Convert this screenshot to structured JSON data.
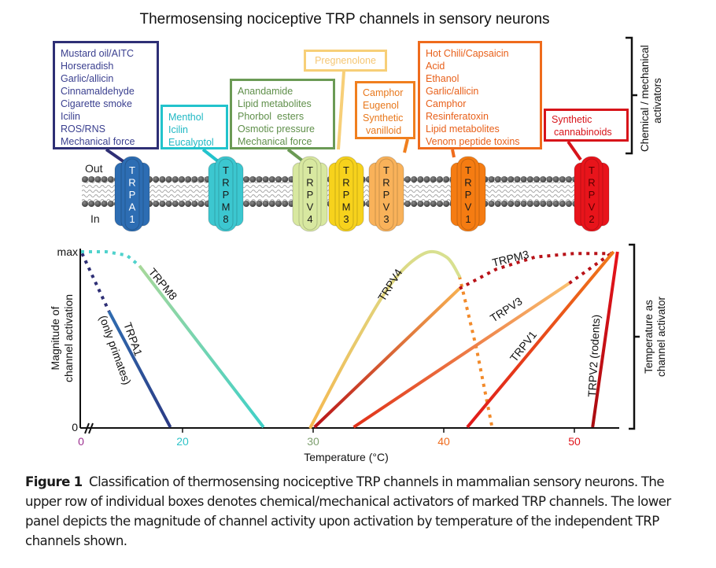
{
  "figure": {
    "title": "Thermosensing nociceptive TRP channels in sensory neurons",
    "membrane": {
      "out_label": "Out",
      "in_label": "In"
    },
    "channels": [
      {
        "id": "TRPA1",
        "letters": [
          "T",
          "R",
          "P",
          "A",
          "1"
        ],
        "color": "#2d6db3",
        "text_color": "#ffffff"
      },
      {
        "id": "TRPM8",
        "letters": [
          "T",
          "R",
          "P",
          "M",
          "8"
        ],
        "color": "#3cc7d0",
        "text_color": "#1a1a1a"
      },
      {
        "id": "TRPV4",
        "letters": [
          "T",
          "R",
          "P",
          "V",
          "4"
        ],
        "color": "#d8e8a0",
        "text_color": "#1a1a1a"
      },
      {
        "id": "TRPM3",
        "letters": [
          "T",
          "R",
          "P",
          "M",
          "3"
        ],
        "color": "#f7d21c",
        "text_color": "#1a1a1a"
      },
      {
        "id": "TRPV3",
        "letters": [
          "T",
          "R",
          "P",
          "V",
          "3"
        ],
        "color": "#f9b25a",
        "text_color": "#1a1a1a"
      },
      {
        "id": "TRPV1",
        "letters": [
          "T",
          "R",
          "P",
          "V",
          "1"
        ],
        "color": "#f57c12",
        "text_color": "#1a1a1a"
      },
      {
        "id": "TRPV2",
        "letters": [
          "T",
          "R",
          "P",
          "V",
          "2"
        ],
        "color": "#e8141b",
        "text_color": "#5a0000"
      }
    ],
    "activator_boxes": [
      {
        "channel": "TRPA1",
        "color": "#2e2f75",
        "text_color": "#3a3f8f",
        "items": [
          "Mustard oil/AITC",
          "Horseradish",
          "Garlic/allicin",
          "Cinnamaldehyde",
          "Cigarette smoke",
          "Icilin",
          "ROS/RNS",
          "Mechanical force"
        ]
      },
      {
        "channel": "TRPM8",
        "color": "#22c3cc",
        "text_color": "#1fb8c4",
        "items": [
          "Menthol",
          "Icilin",
          "Eucalyptol"
        ]
      },
      {
        "channel": "TRPV4",
        "color": "#6b9a55",
        "text_color": "#5f8f4a",
        "items": [
          "Anandamide",
          "Lipid metabolites",
          "Phorbol  esters",
          "Osmotic pressure",
          "Mechanical force"
        ]
      },
      {
        "channel": "TRPM3",
        "color": "#f7cf78",
        "text_color": "#f5c673",
        "items": [
          "Pregnenolone"
        ]
      },
      {
        "channel": "TRPV3",
        "color": "#f07f1e",
        "text_color": "#e8781c",
        "items": [
          "Camphor",
          "Eugenol",
          "Synthetic",
          "vanilloid"
        ]
      },
      {
        "channel": "TRPV1",
        "color": "#ef6b1c",
        "text_color": "#e8601a",
        "items": [
          "Hot Chili/Capsaicin",
          "Acid",
          "Ethanol",
          "Garlic/allicin",
          "Camphor",
          "Resinferatoxin",
          "Lipid metabolites",
          "Venom peptide toxins"
        ]
      },
      {
        "channel": "TRPV2",
        "color": "#d7141a",
        "text_color": "#d7141a",
        "items": [
          "Synthetic",
          "cannabinoids"
        ]
      }
    ],
    "side_labels": {
      "top": [
        "Chemical / mechanical",
        "activators"
      ],
      "bottom": [
        "Temperature as",
        "channel activator"
      ]
    }
  },
  "chart_data": {
    "type": "line",
    "title": "",
    "xlabel": "Temperature (°C)",
    "ylabel": "Magnitude of channel activation",
    "ylabel_lines": [
      "Magnitude of",
      "channel activation"
    ],
    "y_tick_labels": [
      "0",
      "max"
    ],
    "x_ticks": [
      {
        "value": 0,
        "label": "0",
        "color": "#9b2f8f"
      },
      {
        "value": 20,
        "label": "20",
        "color": "#2ec3c8"
      },
      {
        "value": 30,
        "label": "30",
        "color": "#7fa070"
      },
      {
        "value": 40,
        "label": "40",
        "color": "#ef6b1c"
      },
      {
        "value": 50,
        "label": "50",
        "color": "#e0141b"
      }
    ],
    "xlim": [
      0,
      53
    ],
    "ylim": [
      0,
      1
    ],
    "axis_break": "between 0 and 20",
    "grid": false,
    "series": [
      {
        "name": "TRPA1",
        "label_lines": [
          "TRPA1",
          "(only primates)"
        ],
        "color_start": "#2b3a84",
        "color_end": "#2f6cb0",
        "solid": [
          [
            5.5,
            0.66
          ],
          [
            17.6,
            0
          ]
        ],
        "dotted": [
          [
            0.2,
            0.99
          ],
          [
            5.5,
            0.66
          ]
        ]
      },
      {
        "name": "TRPM8",
        "label_lines": [
          "TRPM8"
        ],
        "color_start": "#3fd0c8",
        "color_end": "#a8d89a",
        "solid": [
          [
            11.5,
            0.92
          ],
          [
            26.2,
            0
          ]
        ],
        "dotted": [
          [
            0,
            1.0
          ],
          [
            5,
            1.0
          ],
          [
            9,
            0.98
          ],
          [
            11.5,
            0.92
          ]
        ]
      },
      {
        "name": "TRPV4",
        "label_lines": [
          "TRPV4"
        ],
        "color_start": "#d8e090",
        "color_end": "#f5b850",
        "solid_curve": [
          [
            29.8,
            0
          ],
          [
            33,
            0.45
          ],
          [
            36,
            0.82
          ],
          [
            38.5,
            0.99
          ],
          [
            40.2,
            0.97
          ],
          [
            41.2,
            0.86
          ]
        ],
        "dotted": [
          [
            41.2,
            0.86
          ],
          [
            42.5,
            0.45
          ],
          [
            43.7,
            0
          ]
        ]
      },
      {
        "name": "TRPM3",
        "label_lines": [
          "TRPM3"
        ],
        "color_start": "#f7b050",
        "color_end": "#b81218",
        "solid": [
          [
            30.1,
            0
          ],
          [
            41.2,
            0.79
          ]
        ],
        "dotted": [
          [
            41.2,
            0.79
          ],
          [
            44,
            0.9
          ],
          [
            47,
            0.97
          ],
          [
            50,
            0.99
          ],
          [
            53,
            0.99
          ]
        ]
      },
      {
        "name": "TRPV3",
        "label_lines": [
          "TRPV3"
        ],
        "color_start": "#f9c070",
        "color_end": "#e03018",
        "solid": [
          [
            33.1,
            0
          ],
          [
            49.6,
            0.82
          ]
        ],
        "dotted": [
          [
            49.6,
            0.82
          ],
          [
            53,
            1.0
          ]
        ]
      },
      {
        "name": "TRPV1",
        "label_lines": [
          "TRPV1"
        ],
        "color_start": "#f07a1a",
        "color_end": "#e0181a",
        "solid": [
          [
            41.8,
            0
          ],
          [
            53,
            1.0
          ]
        ]
      },
      {
        "name": "TRPV2",
        "label_lines": [
          "TRPV2 (rodents)"
        ],
        "color_start": "#e8141b",
        "color_end": "#a80c10",
        "solid": [
          [
            51.4,
            0
          ],
          [
            53.3,
            1.0
          ]
        ]
      }
    ]
  },
  "caption": {
    "label": "Figure 1",
    "text": "Classification of thermosensing nociceptive TRP channels in mammalian sensory neurons. The upper row of individual boxes denotes chemical/mechanical activators of marked TRP channels. The lower panel depicts the magnitude of channel activity upon activation by temperature of the independent TRP channels shown."
  }
}
